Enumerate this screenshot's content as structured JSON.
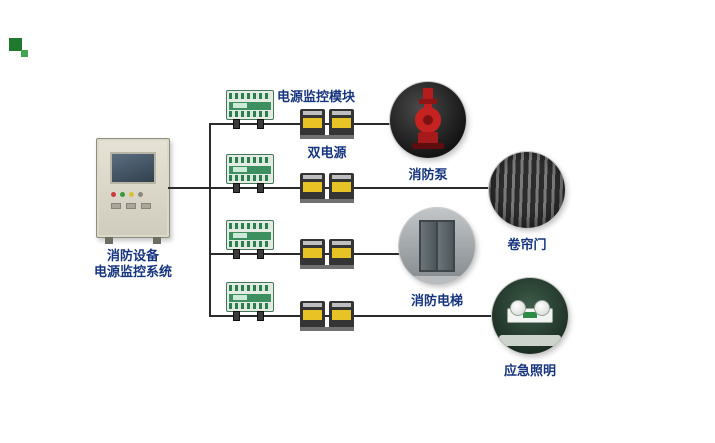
{
  "cabinet": {
    "label_line1": "消防设备",
    "label_line2": "电源监控系统"
  },
  "labels": {
    "module": "电源监控模块",
    "dual_power": "双电源"
  },
  "devices": [
    {
      "label": "消防泵"
    },
    {
      "label": "卷帘门"
    },
    {
      "label": "消防电梯"
    },
    {
      "label": "应急照明"
    }
  ],
  "colors": {
    "label_text": "#17357e",
    "module_green": "#2e7d4f",
    "ats_yellow": "#e7c326",
    "wire": "#2b2b2b",
    "pump_red": "#c42020"
  }
}
